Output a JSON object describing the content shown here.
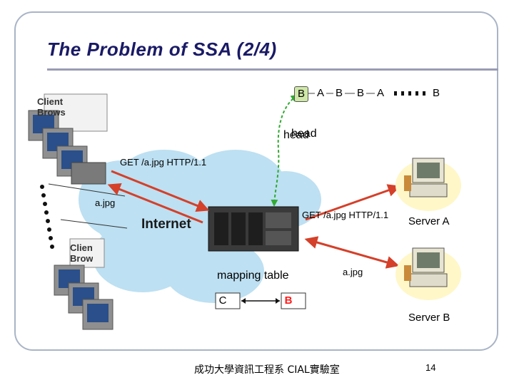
{
  "slide": {
    "title": "The Problem of SSA (2/4)",
    "footer": "成功大學資訊工程系  CIAL實驗室",
    "page_number": "14"
  },
  "packet_queue": [
    "B",
    "A",
    "B",
    "B",
    "A",
    "B"
  ],
  "labels": {
    "head_1": "head",
    "head_2": "head",
    "request_client": "GET /a.jpg HTTP/1.1",
    "response_client": "a.jpg",
    "request_server": "GET /a.jpg HTTP/1.1",
    "response_server": "a.jpg",
    "internet": "Internet",
    "server_a": "Server A",
    "server_b": "Server B",
    "mapping_table": "mapping table",
    "map_key": "C",
    "map_value": "B",
    "client_top": "Client Browser",
    "client_bottom": "Client Browser"
  },
  "colors": {
    "title": "#1a1a66",
    "arrow": "#d4402a",
    "green_arrow": "#33aa33",
    "packet_fill": "#cfe8a8",
    "cloud": "#bde0f2",
    "highlight": "#ff1a1a"
  }
}
